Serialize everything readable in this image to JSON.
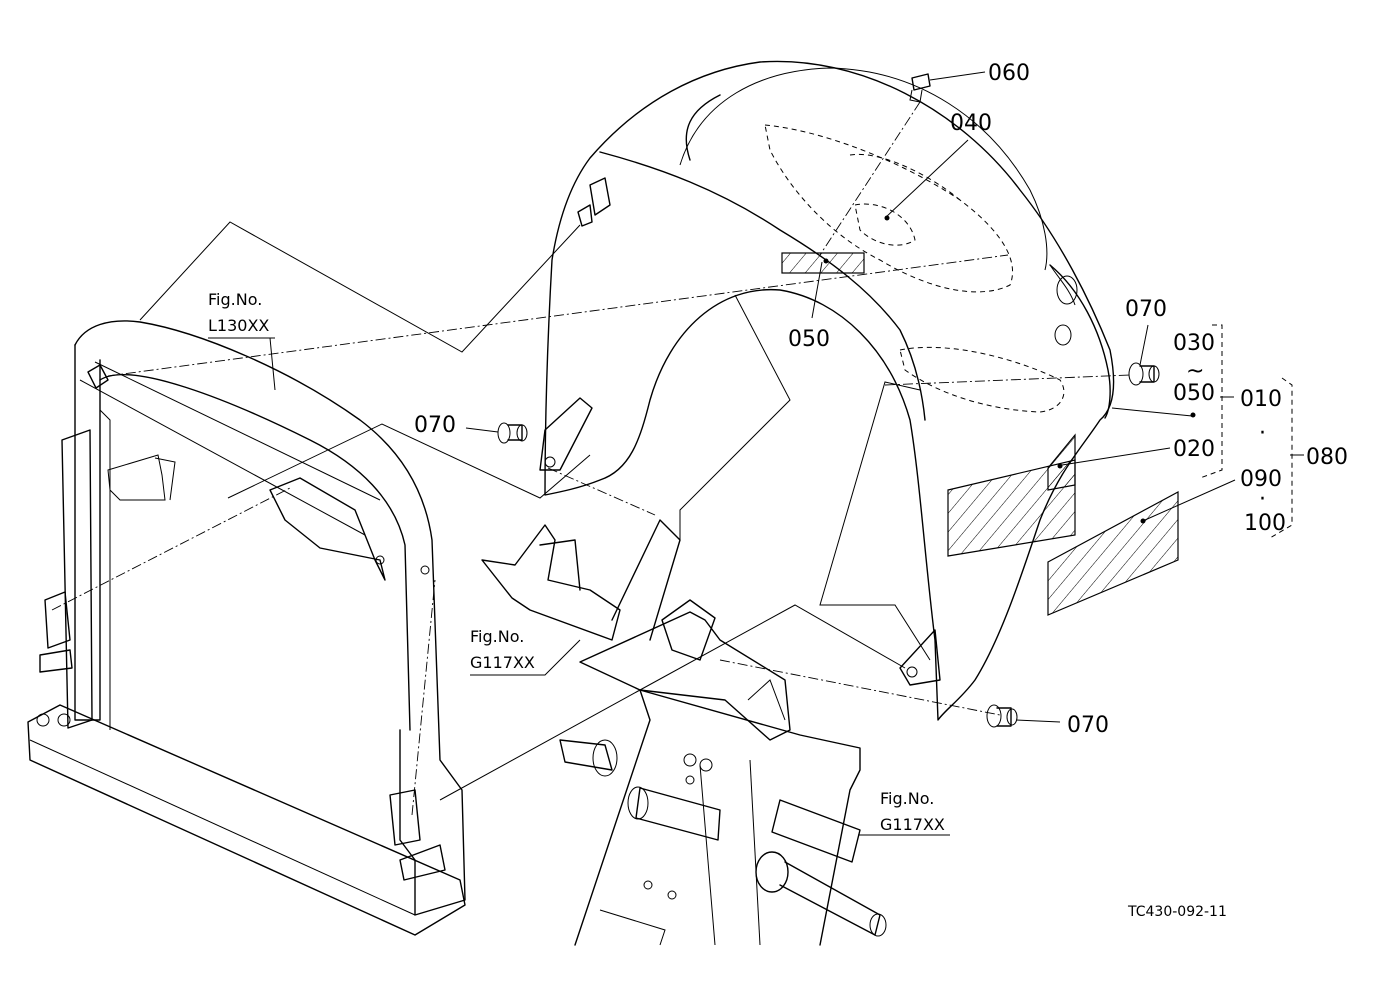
{
  "part_numbers": {
    "p060": "060",
    "p040": "040",
    "p070_top": "070",
    "p030": "030",
    "p_tilde": "~",
    "p050_right": "050",
    "p010": "010",
    "p050_center": "050",
    "p070_left": "070",
    "p020": "020",
    "p080": "080",
    "p090": "090",
    "p100": "100",
    "p070_bottom": "070",
    "dot_a": "·",
    "dot_b": "·"
  },
  "figure_refs": {
    "ref1_title": "Fig.No.",
    "ref1_code": "L130XX",
    "ref2_title": "Fig.No.",
    "ref2_code": "G117XX",
    "ref3_title": "Fig.No.",
    "ref3_code": "G117XX"
  },
  "drawing_code": "TC430-092-11"
}
